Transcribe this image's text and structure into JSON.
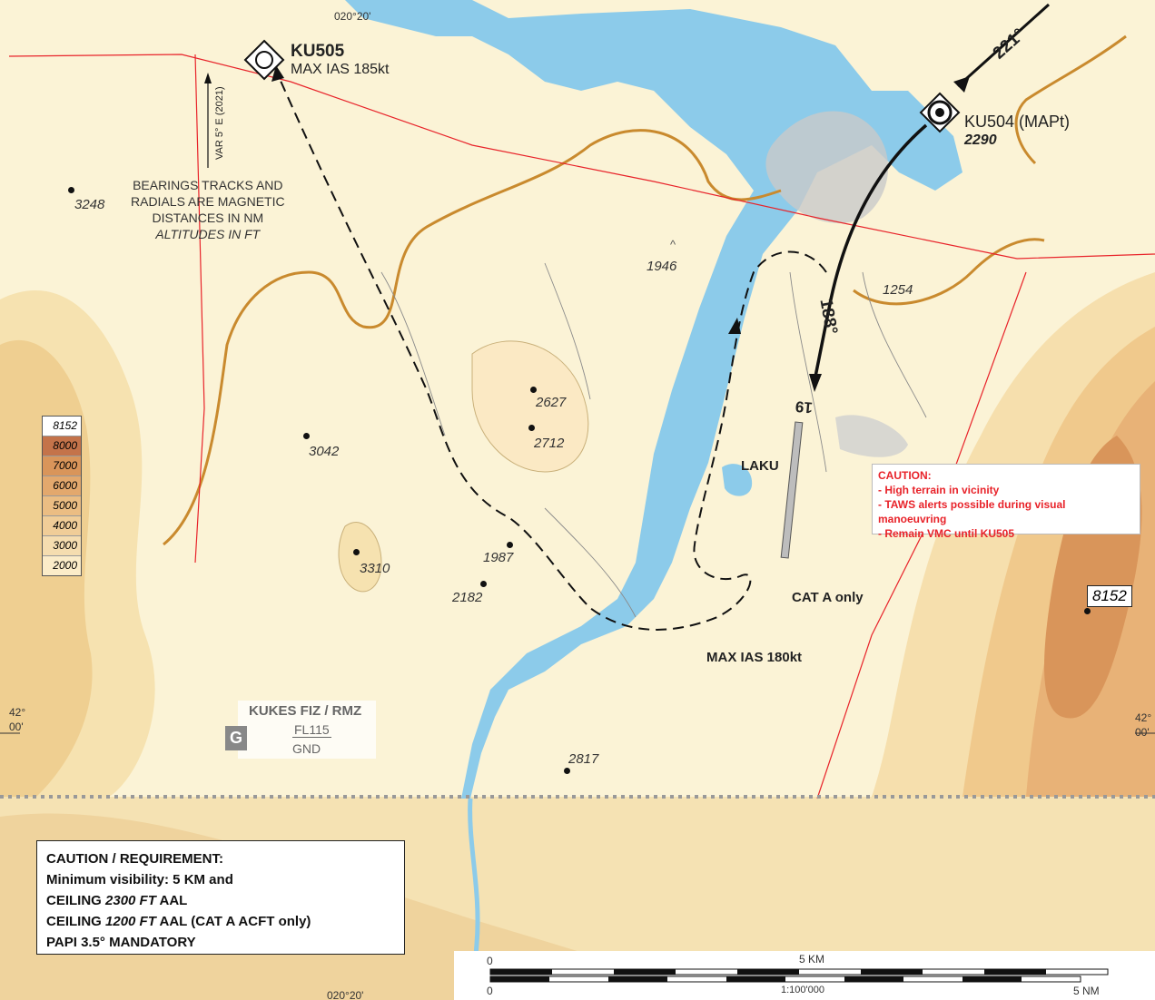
{
  "waypoints": {
    "ku505": {
      "name": "KU505",
      "restriction": "MAX IAS 185kt"
    },
    "ku504": {
      "name": "KU504 (MAPt)",
      "altitude": "2290"
    }
  },
  "tracks": {
    "inbound": "221°",
    "final": "188°",
    "runway": "19"
  },
  "notes": {
    "bearings": [
      "BEARINGS TRACKS AND",
      "RADIALS ARE MAGNETIC",
      "DISTANCES IN NM",
      "ALTITUDES IN FT"
    ],
    "variation": "VAR 5° E (2021)",
    "cat_a": "CAT A only",
    "max_ias_circle": "MAX IAS 180kt",
    "aerodrome": "LAKU"
  },
  "elevations": {
    "e3248": "3248",
    "e1946": "1946",
    "e1254": "1254",
    "e2627": "2627",
    "e2712": "2712",
    "e3042": "3042",
    "e3310": "3310",
    "e1987": "1987",
    "e2182": "2182",
    "e2817": "2817",
    "e8152": "8152"
  },
  "legend": {
    "top": "8152",
    "levels": [
      "8000",
      "7000",
      "6000",
      "5000",
      "4000",
      "3000",
      "2000"
    ]
  },
  "caution_red": {
    "title": "CAUTION:",
    "lines": [
      "- High terrain in vicinity",
      "- TAWS alerts possible during visual manoeuvring",
      "- Remain VMC until KU505"
    ]
  },
  "airspace": {
    "name": "KUKES FIZ / RMZ",
    "class": "G",
    "upper": "FL115",
    "lower": "GND"
  },
  "caution_box": {
    "title": "CAUTION / REQUIREMENT:",
    "line1": "Minimum visibility: 5 KM and",
    "line2_pre": "CEILING ",
    "line2_italic": "2300 FT",
    "line2_post": " AAL",
    "line3_pre": "CEILING ",
    "line3_italic": "1200 FT",
    "line3_post": " AAL  (CAT A ACFT only)",
    "line4": "PAPI 3.5° MANDATORY"
  },
  "coordinates": {
    "lon_top": "020°20'",
    "lon_bottom": "020°20'",
    "lat_deg": "42°",
    "lat_min": "00'"
  },
  "scale": {
    "km_zero": "0",
    "km_label": "5 KM",
    "nm_zero": "0",
    "nm_label": "5 NM",
    "ratio": "1:100'000"
  },
  "colors": {
    "water": "#8ccbea",
    "route_red": "#e8232a",
    "road": "#c98a2e",
    "terrain_high": "#d9955a"
  }
}
